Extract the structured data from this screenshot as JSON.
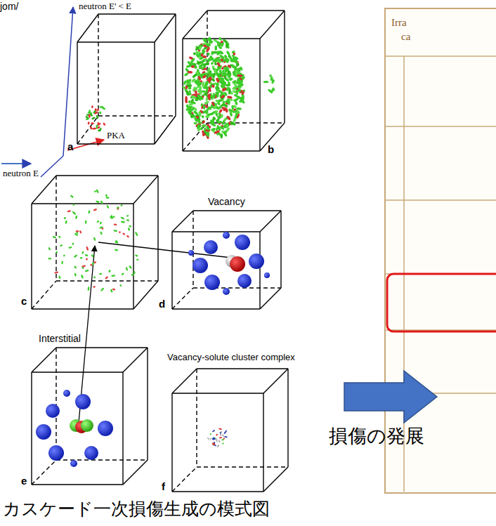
{
  "diagram": {
    "caption": "カスケード一次損傷生成の模式図",
    "labels": [
      "jom/",
      "neutron E' < E",
      "PKA",
      "a",
      "neutron E",
      "b",
      "Irra",
      "ca",
      "c",
      "Vacancy",
      "d",
      "Interstitial",
      "Vacancy-solute cluster complex",
      "e",
      "f",
      "損傷の発展"
    ]
  }
}
